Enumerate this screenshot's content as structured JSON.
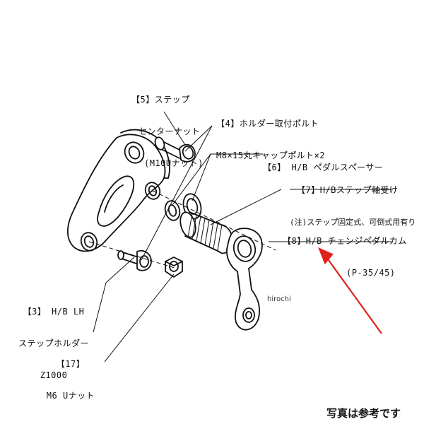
{
  "labels": {
    "p5": {
      "line1": "【5】ステップ゚",
      "line2": "センターナット",
      "line3": "(M10Uナット)"
    },
    "p4": {
      "line1": "【4】ホルダ゙ー取付ボ゙ルト",
      "line2": "M8×15丸キャップ゚ボ゙ルト×2"
    },
    "p6": {
      "line1": "【6】 H/B ペ゚ダ゙ルスペ゚ーサー"
    },
    "p7": {
      "line1": "【7】H/Bステップ゚軸受け",
      "line2": "(注)ステップ゚固定式、可倒式用有り"
    },
    "p8": {
      "line1": "【8】H/B チェンジ゙ペ゚ダ゙ルカム",
      "line2": "(P-35/45)"
    },
    "p3": {
      "line1": "【3】 H/B LH",
      "line2": "ステップ゚ホルダ゙ー",
      "line3": "Z1000"
    },
    "p17": {
      "line1": "【17】",
      "line2": "M6 Uナット"
    }
  },
  "watermark": "hirochi",
  "footer_note": "写真は参考です",
  "colors": {
    "arrow": "#e0201a",
    "ink": "#111111"
  }
}
